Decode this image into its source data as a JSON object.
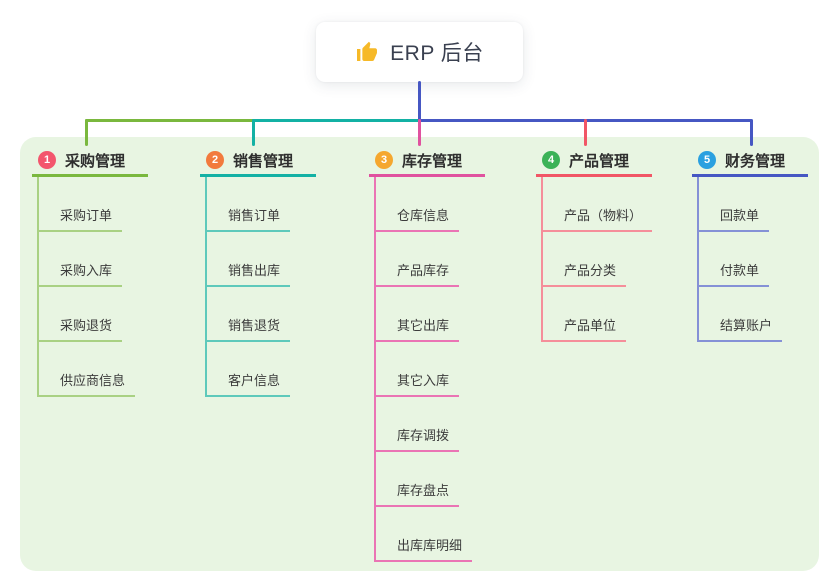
{
  "root": {
    "title": "ERP 后台",
    "icon": "thumbs-up-icon",
    "icon_color": "#f6b928",
    "drop_color": "#4657c3"
  },
  "panel": {
    "background": "#e8f5e2"
  },
  "branches": [
    {
      "badge": "1",
      "title": "采购管理",
      "badge_color": "#f3566d",
      "line_color": "#7ab83e",
      "item_line_color": "#a9d183",
      "items": [
        "采购订单",
        "采购入库",
        "采购退货",
        "供应商信息"
      ]
    },
    {
      "badge": "2",
      "title": "销售管理",
      "badge_color": "#f27a3d",
      "line_color": "#13b1a4",
      "item_line_color": "#5ec9bb",
      "items": [
        "销售订单",
        "销售出库",
        "销售退货",
        "客户信息"
      ]
    },
    {
      "badge": "3",
      "title": "库存管理",
      "badge_color": "#f5a72e",
      "line_color": "#e0529f",
      "item_line_color": "#ea74b4",
      "items": [
        "仓库信息",
        "产品库存",
        "其它出库",
        "其它入库",
        "库存调拨",
        "库存盘点",
        "出库库明细"
      ]
    },
    {
      "badge": "4",
      "title": "产品管理",
      "badge_color": "#3bb257",
      "line_color": "#f15666",
      "item_line_color": "#f58e9a",
      "items": [
        "产品（物料）",
        "产品分类",
        "产品单位"
      ]
    },
    {
      "badge": "5",
      "title": "财务管理",
      "badge_color": "#2aa0e0",
      "line_color": "#4657c3",
      "item_line_color": "#8591d6",
      "items": [
        "回款单",
        "付款单",
        "结算账户"
      ]
    }
  ]
}
